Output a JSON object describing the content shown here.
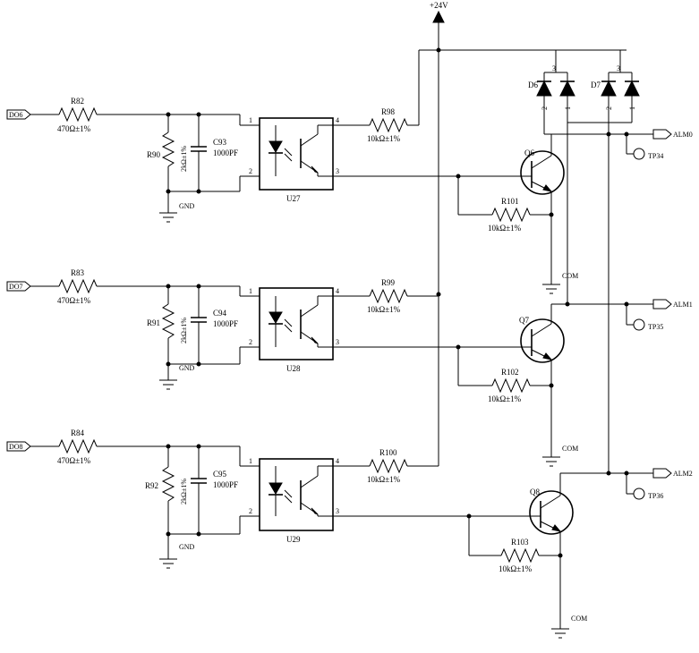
{
  "power": {
    "vcc_label": "+24V"
  },
  "inputs": [
    {
      "port": "DO6",
      "resistor": "R82",
      "resistor_value": "470Ω±1%",
      "pulldown": "R90",
      "pulldown_value": "2kΩ±1%",
      "cap": "C93",
      "cap_value": "1000PF",
      "gnd": "GND",
      "opto": "U27",
      "pin1": "1",
      "pin2": "2",
      "pin3": "3",
      "pin4": "4",
      "pullup": "R98",
      "pullup_value": "10kΩ±1%"
    },
    {
      "port": "DO7",
      "resistor": "R83",
      "resistor_value": "470Ω±1%",
      "pulldown": "R91",
      "pulldown_value": "2kΩ±1%",
      "cap": "C94",
      "cap_value": "1000PF",
      "gnd": "GND",
      "opto": "U28",
      "pin1": "1",
      "pin2": "2",
      "pin3": "3",
      "pin4": "4",
      "pullup": "R99",
      "pullup_value": "10kΩ±1%"
    },
    {
      "port": "DO8",
      "resistor": "R84",
      "resistor_value": "470Ω±1%",
      "pulldown": "R92",
      "pulldown_value": "2kΩ±1%",
      "cap": "C95",
      "cap_value": "1000PF",
      "gnd": "GND",
      "opto": "U29",
      "pin1": "1",
      "pin2": "2",
      "pin3": "3",
      "pin4": "4",
      "pullup": "R100",
      "pullup_value": "10kΩ±1%"
    }
  ],
  "outputs": [
    {
      "transistor": "Q6",
      "base_res": "R101",
      "base_res_value": "10kΩ±1%",
      "alarm": "ALM0",
      "testpoint": "TP34",
      "com": "COM"
    },
    {
      "transistor": "Q7",
      "base_res": "R102",
      "base_res_value": "10kΩ±1%",
      "alarm": "ALM1",
      "testpoint": "TP35",
      "com": "COM"
    },
    {
      "transistor": "Q8",
      "base_res": "R103",
      "base_res_value": "10kΩ±1%",
      "alarm": "ALM2",
      "testpoint": "TP36",
      "com": "COM"
    }
  ],
  "diodes": [
    {
      "ref": "D6",
      "pin_a": "3",
      "pin_b": "2",
      "pin_c": "1"
    },
    {
      "ref": "D7",
      "pin_a": "3",
      "pin_b": "2",
      "pin_c": "1"
    }
  ]
}
